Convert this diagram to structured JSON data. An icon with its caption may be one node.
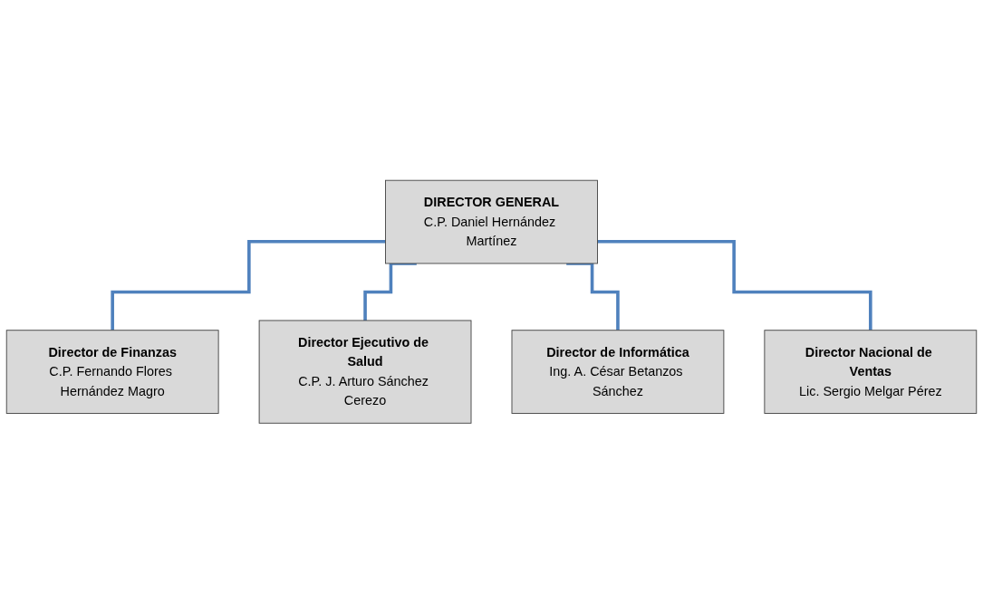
{
  "diagram": {
    "nodes": [
      {
        "text": [
          "DIRECTOR GENERAL",
          "C.P. Daniel Hernández Martínez"
        ]
      },
      {
        "text": [
          "Director de Finanzas",
          "C.P. Fernando Flores Hernández Magro"
        ]
      },
      {
        "text": [
          "Director Ejecutivo de Salud",
          "C.P. J. Arturo Sánchez Cerezo"
        ]
      },
      {
        "text": [
          "Director de Informática",
          "Ing. A. César Betanzos Sánchez"
        ]
      },
      {
        "text": [
          "Director Nacional de Ventas",
          "Lic. Sergio Melgar Pérez"
        ]
      }
    ],
    "edges": [
      {
        "from": 0,
        "to": 1,
        "arrow": "none"
      },
      {
        "from": 0,
        "to": 2,
        "arrow": "none"
      },
      {
        "from": 0,
        "to": 3,
        "arrow": "none"
      },
      {
        "from": 0,
        "to": 4,
        "arrow": "none"
      }
    ]
  }
}
